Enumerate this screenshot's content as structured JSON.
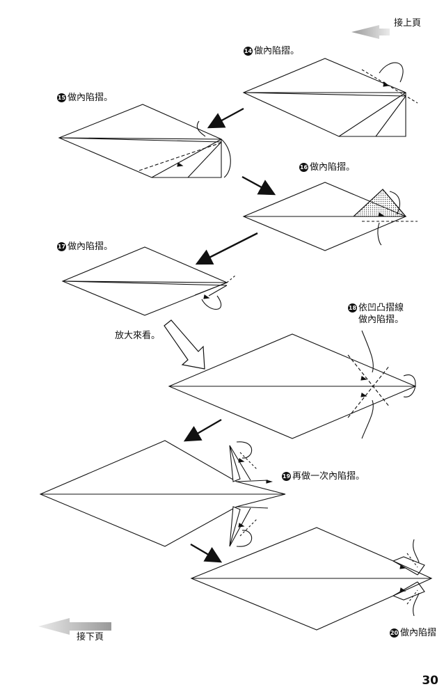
{
  "nav": {
    "continue_from": "接上頁",
    "continue_to": "接下頁"
  },
  "steps": [
    {
      "num": "14",
      "label": "做內陷摺。"
    },
    {
      "num": "15",
      "label": "做內陷摺。"
    },
    {
      "num": "16",
      "label": "做內陷摺。"
    },
    {
      "num": "17",
      "label": "做內陷摺。"
    },
    {
      "num": "18",
      "label": "依凹凸摺線",
      "label2": "做內陷摺。"
    },
    {
      "num": "19",
      "label": "再做一次內陷摺。"
    },
    {
      "num": "20",
      "label": "做內陷摺"
    }
  ],
  "zoom_note": "放大來看。",
  "page_number": "30"
}
